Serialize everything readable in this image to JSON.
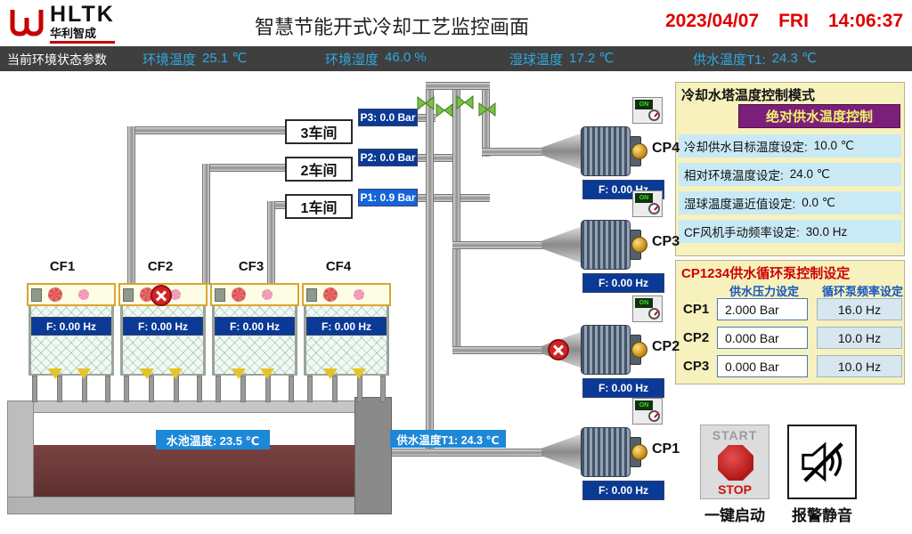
{
  "header": {
    "logo_text": "HLTK",
    "logo_subtext": "华利智成",
    "title": "智慧节能开式冷却工艺监控画面",
    "date": "2023/04/07",
    "weekday": "FRI",
    "time": "14:06:37"
  },
  "status_bar": {
    "label": "当前环境状态参数",
    "items": [
      {
        "label": "环境温度",
        "value": "25.1 ℃"
      },
      {
        "label": "环境湿度",
        "value": "46.0 %"
      },
      {
        "label": "湿球温度",
        "value": "17.2 ℃"
      },
      {
        "label": "供水温度T1:",
        "value": "24.3 ℃"
      }
    ]
  },
  "workshops": [
    {
      "label": "3车间"
    },
    {
      "label": "2车间"
    },
    {
      "label": "1车间"
    }
  ],
  "pressure_displays": [
    {
      "text": "P3:  0.0 Bar"
    },
    {
      "text": "P2:  0.0 Bar"
    },
    {
      "text": "P1:  0.9 Bar"
    }
  ],
  "cooling_towers": [
    {
      "name": "CF1",
      "freq": "F: 0.00 Hz",
      "fault": false
    },
    {
      "name": "CF2",
      "freq": "F: 0.00 Hz",
      "fault": true
    },
    {
      "name": "CF3",
      "freq": "F: 0.00 Hz",
      "fault": false
    },
    {
      "name": "CF4",
      "freq": "F: 0.00 Hz",
      "fault": false
    }
  ],
  "pool": {
    "temp_display": "水池温度: 23.5 ℃"
  },
  "supply_line": {
    "temp_display": "供水温度T1: 24.3 ℃"
  },
  "pumps": [
    {
      "name": "CP4",
      "freq": "F: 0.00 Hz",
      "indicator": "ON",
      "fault": false
    },
    {
      "name": "CP3",
      "freq": "F: 0.00 Hz",
      "indicator": "ON",
      "fault": false
    },
    {
      "name": "CP2",
      "freq": "F: 0.00 Hz",
      "indicator": "ON",
      "fault": true
    },
    {
      "name": "CP1",
      "freq": "F: 0.00 Hz",
      "indicator": "ON",
      "fault": false
    }
  ],
  "control_panel": {
    "title": "冷却水塔温度控制模式",
    "mode_button": "绝对供水温度控制",
    "settings": [
      {
        "label": "冷却供水目标温度设定:",
        "value": "10.0 ℃"
      },
      {
        "label": "相对环境温度设定:",
        "value": "24.0 ℃"
      },
      {
        "label": "湿球温度逼近值设定:",
        "value": "0.0 ℃"
      },
      {
        "label": "CF风机手动频率设定:",
        "value": "30.0 Hz"
      }
    ]
  },
  "pump_panel": {
    "title": "CP1234供水循环泵控制设定",
    "pressure_header": "供水压力设定",
    "freq_header": "循环泵频率设定",
    "rows": [
      {
        "name": "CP1",
        "pressure": "2.000 Bar",
        "freq": "16.0 Hz"
      },
      {
        "name": "CP2",
        "pressure": "0.000 Bar",
        "freq": "10.0 Hz"
      },
      {
        "name": "CP3",
        "pressure": "0.000 Bar",
        "freq": "10.0 Hz"
      }
    ]
  },
  "controls": {
    "start_top": "START",
    "start_bottom": "STOP",
    "start_caption": "一键启动",
    "mute_caption": "报警静音"
  },
  "colors": {
    "datetime_red": "#e00000",
    "display_navy": "#0a3a96",
    "panel_yellow": "#f6f1bd",
    "mode_purple": "#7b1f7b",
    "setting_blue_bg": "#c9e9f5",
    "temp_display_blue": "#1e88d8"
  }
}
